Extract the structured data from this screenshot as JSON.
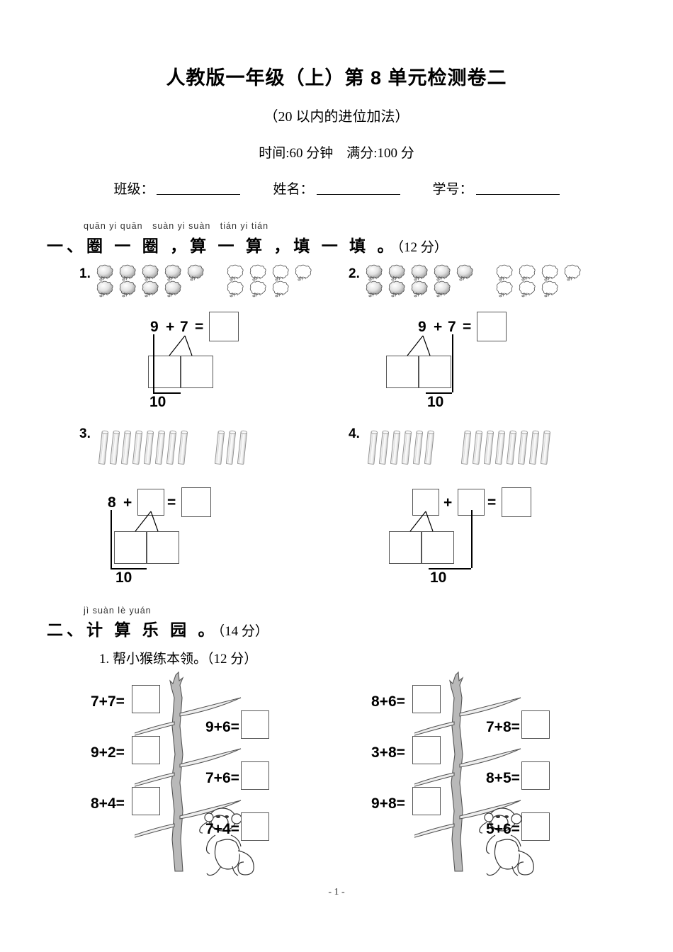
{
  "header": {
    "title": "人教版一年级（上）第 8 单元检测卷二",
    "subtitle": "（20 以内的进位加法）",
    "meta": "时间:60 分钟　满分:100 分",
    "fields": [
      {
        "label": "班级："
      },
      {
        "label": "姓名："
      },
      {
        "label": "学号："
      }
    ]
  },
  "sections": [
    {
      "id": "section-1",
      "pinyin": "quān yi quān　suàn yi suàn　tián yi tián",
      "title": "一、圈 一 圈 ，算 一 算 ，填 一 填 。",
      "points": "（12 分）"
    },
    {
      "id": "section-2",
      "pinyin": "jì suàn lè yuán",
      "title": "二、计 算 乐 园 。",
      "points": "（14 分）",
      "subtitle": "1. 帮小猴练本领。（12 分）"
    }
  ],
  "exercise1": {
    "items": [
      {
        "number": "1.",
        "manipulative": "popcorn",
        "left_count": 9,
        "right_count": 7,
        "left_shaded": true,
        "right_shaded": false,
        "equation": {
          "a": "9",
          "plus": "+",
          "b": "7",
          "equals": "="
        },
        "a_is_box": false,
        "b_is_box": false,
        "bracket_side": "left",
        "ten_label": "10"
      },
      {
        "number": "2.",
        "manipulative": "popcorn",
        "left_count": 9,
        "right_count": 7,
        "left_shaded": true,
        "right_shaded": false,
        "equation": {
          "a": "9",
          "plus": "+",
          "b": "7",
          "equals": "="
        },
        "a_is_box": false,
        "b_is_box": false,
        "bracket_side": "right",
        "ten_label": "10"
      },
      {
        "number": "3.",
        "manipulative": "sticks",
        "left_count": 8,
        "right_count": 3,
        "equation": {
          "a": "8",
          "plus": "+",
          "b": "",
          "equals": "="
        },
        "a_is_box": false,
        "b_is_box": true,
        "bracket_side": "left",
        "ten_label": "10"
      },
      {
        "number": "4.",
        "manipulative": "sticks",
        "left_count": 6,
        "right_count": 8,
        "equation": {
          "a": "",
          "plus": "+",
          "b": "",
          "equals": "="
        },
        "a_is_box": true,
        "b_is_box": true,
        "bracket_side": "right",
        "ten_label": "10"
      }
    ]
  },
  "exercise2": {
    "trees": [
      {
        "id": "tree-left",
        "left_problems": [
          "7+7=",
          "9+2=",
          "8+4="
        ],
        "right_problems": [
          "9+6=",
          "7+6=",
          "7+4="
        ]
      },
      {
        "id": "tree-right",
        "left_problems": [
          "8+6=",
          "3+8=",
          "9+8="
        ],
        "right_problems": [
          "7+8=",
          "8+5=",
          "5+6="
        ]
      }
    ]
  },
  "footer": {
    "page": "- 1 -"
  },
  "colors": {
    "ink": "#000000",
    "box_border": "#555555",
    "shape_gray": "#b5b5b5",
    "leaf_fill": "#eeeeee",
    "trunk_fill": "#b9b9b9"
  }
}
